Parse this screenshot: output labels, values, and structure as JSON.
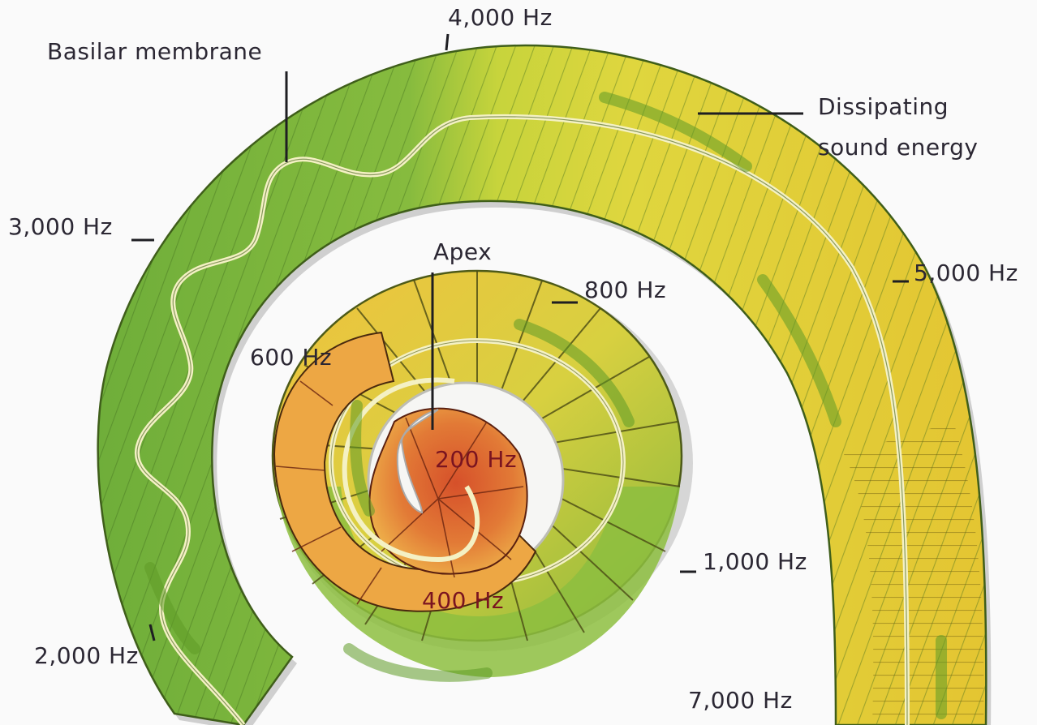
{
  "figure": {
    "subject": "Cochlea basilar membrane tonotopic map",
    "colors": {
      "background": "#fafafa",
      "outer_green": "#7cb342",
      "outer_yellow": "#e0d23a",
      "mid_yellow": "#e8c83a",
      "mid_green": "#9cc23c",
      "inner_orange": "#e58a3a",
      "inner_red": "#d9562c",
      "membrane_line": "#f3f1c8",
      "wave_arrow": "#5f9a26",
      "label_text": "#2b2733",
      "apex_label_text": "#7a1420"
    }
  },
  "labels": {
    "basilar_membrane": "Basilar membrane",
    "hz_4000": "4,000 Hz",
    "dissipating": "Dissipating",
    "sound_energy": "sound energy",
    "hz_3000": "3,000 Hz",
    "hz_5000": "5,000 Hz",
    "apex": "Apex",
    "hz_800": "800 Hz",
    "hz_600": "600 Hz",
    "hz_200": "200 Hz",
    "hz_400": "400 Hz",
    "hz_1000": "1,000 Hz",
    "hz_2000": "2,000 Hz",
    "hz_7000": "7,000 Hz"
  }
}
